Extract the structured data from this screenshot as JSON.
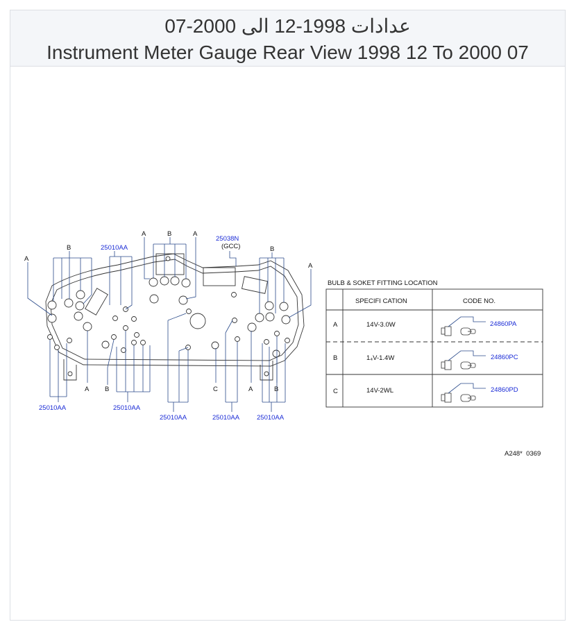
{
  "header": {
    "title_ar": "عدادات 1998-12 الى 2000-07",
    "title_en": "Instrument Meter Gauge Rear View 1998 12 To 2000 07"
  },
  "diagram": {
    "top_labels": [
      "A",
      "B",
      "25010AA",
      "A",
      "B",
      "A",
      "25038N",
      "(GCC)",
      "B",
      "A"
    ],
    "bottom_labels": [
      "25010AA",
      "A",
      "B",
      "25010AA",
      "25010AA",
      "C",
      "25010AA",
      "A",
      "B",
      "25010AA"
    ],
    "ref_code": "A248*  0369"
  },
  "table": {
    "title": "BULB  &  SOKET  FITTING  LOCATION",
    "headers": [
      "SPECIFI  CATION",
      "CODE  NO."
    ],
    "rows": [
      {
        "key": "A",
        "spec": "14V-3.0W",
        "code": "24860PA"
      },
      {
        "key": "B",
        "spec": "1₄V-1.4W",
        "code": "24860PC"
      },
      {
        "key": "C",
        "spec": "14V-2WL",
        "code": "24860PD"
      }
    ]
  },
  "colors": {
    "part_number": "#1a2bd6",
    "leader_line": "#2a4a8a",
    "header_bg": "#f4f6f9"
  }
}
